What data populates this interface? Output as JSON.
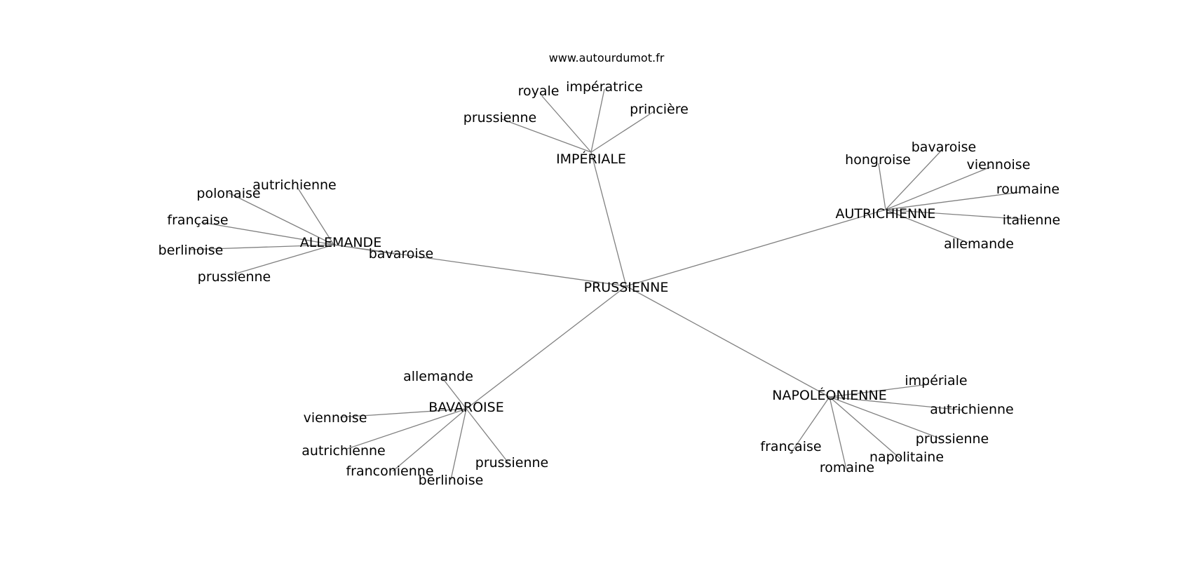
{
  "site": "www.autourdumot.fr",
  "graph": {
    "center": {
      "id": "c",
      "label": "PRUSSIENNE"
    },
    "hubs": [
      {
        "id": "imperiale",
        "label": "IMPÉRIALE",
        "leaves": [
          "royale",
          "impératrice",
          "princière",
          "prussienne"
        ]
      },
      {
        "id": "autrichienne",
        "label": "AUTRICHIENNE",
        "leaves": [
          "hongroise",
          "bavaroise",
          "viennoise",
          "roumaine",
          "italienne",
          "allemande"
        ]
      },
      {
        "id": "allemande",
        "label": "ALLEMANDE",
        "leaves": [
          "autrichienne",
          "polonaise",
          "française",
          "berlinoise",
          "prussienne",
          "bavaroise"
        ]
      },
      {
        "id": "bavaroise",
        "label": "BAVAROISE",
        "leaves": [
          "allemande",
          "viennoise",
          "autrichienne",
          "franconienne",
          "berlinoise",
          "prussienne"
        ]
      },
      {
        "id": "napoleonienne",
        "label": "NAPOLÉONIENNE",
        "leaves": [
          "impériale",
          "autrichienne",
          "prussienne",
          "napolitaine",
          "romaine",
          "française"
        ]
      }
    ]
  }
}
